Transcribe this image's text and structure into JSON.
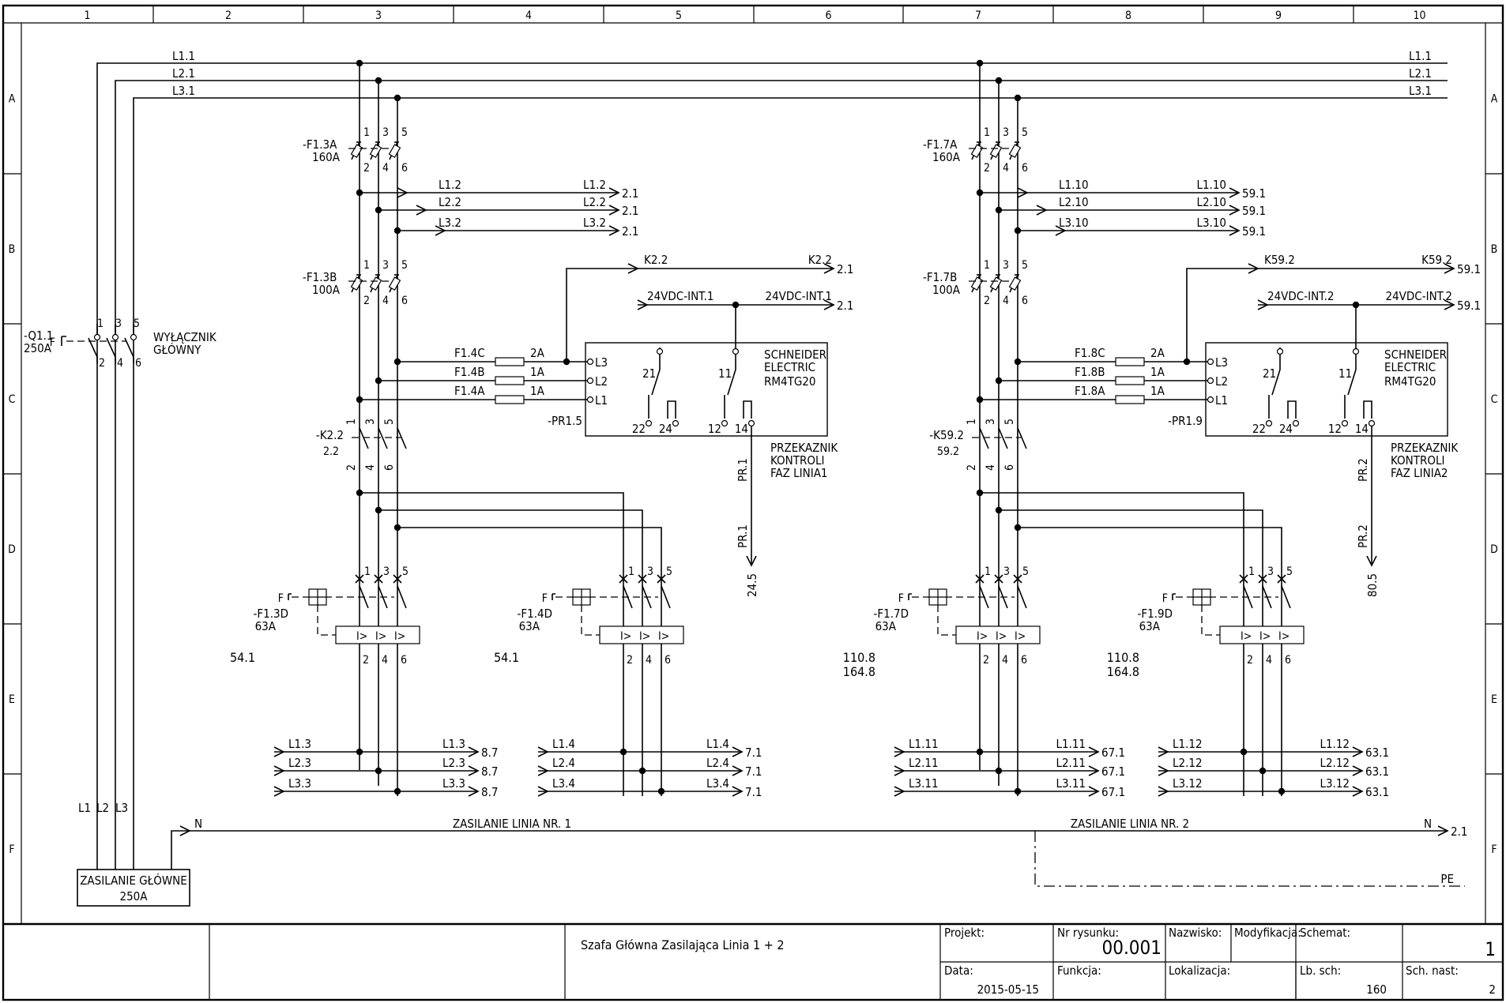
{
  "grid": {
    "columns": [
      "1",
      "2",
      "3",
      "4",
      "5",
      "6",
      "7",
      "8",
      "9",
      "10"
    ],
    "rows": [
      "A",
      "B",
      "C",
      "D",
      "E",
      "F"
    ]
  },
  "main_switch": {
    "tag": "-Q1.1",
    "rating": "250A",
    "desc1": "WYŁĄCZNIK",
    "desc2": "GŁÓWNY",
    "op": "F"
  },
  "supply": {
    "line1": "ZASILANIE GŁÓWNE",
    "line2": "250A",
    "legs": [
      "L1",
      "L2",
      "L3"
    ]
  },
  "busbars": [
    "L1.1",
    "L2.1",
    "L3.1"
  ],
  "pins_odd": [
    "1",
    "3",
    "5"
  ],
  "pins_even": [
    "2",
    "4",
    "6"
  ],
  "line1": {
    "fuse_a": {
      "tag": "-F1.3A",
      "rating": "160A"
    },
    "fuse_b": {
      "tag": "-F1.3B",
      "rating": "100A"
    },
    "out_b": [
      {
        "l": "L1.2",
        "r": "L1.2",
        "ref": "2.1"
      },
      {
        "l": "L2.2",
        "r": "L2.2",
        "ref": "2.1"
      },
      {
        "l": "L3.2",
        "r": "L3.2",
        "ref": "2.1"
      }
    ],
    "k_sig": {
      "l": "K2.2",
      "r": "K2.2",
      "ref": "2.1"
    },
    "dc_sig": {
      "l": "24VDC-INT.1",
      "r": "24VDC-INT.1",
      "ref": "2.1"
    },
    "ctrl_fuses": [
      {
        "tag": "F1.4C",
        "val": "2A"
      },
      {
        "tag": "F1.4B",
        "val": "1A"
      },
      {
        "tag": "F1.4A",
        "val": "1A"
      }
    ],
    "relay": {
      "tag": "-PR1.5",
      "brand1": "SCHNEIDER",
      "brand2": "ELECTRIC",
      "model": "RM4TG20",
      "in": [
        "L3",
        "L2",
        "L1"
      ],
      "c21": "21",
      "c11": "11",
      "t": [
        "22",
        "24",
        "12",
        "14"
      ],
      "d1": "PRZEKAZNIK",
      "d2": "KONTROLI",
      "d3": "FAZ LINIA1"
    },
    "wire_lbl": "PR.1",
    "wire_ref": "24.5",
    "contactor": {
      "tag": "-K2.2",
      "ref": "2.2",
      "pins_in": [
        "1",
        "3",
        "5"
      ],
      "pins_out": [
        "2",
        "4",
        "6"
      ]
    },
    "cb1": {
      "tag": "-F1.3D",
      "rating": "63A",
      "ref1": "54.1",
      "ref2": ""
    },
    "cb2": {
      "tag": "-F1.4D",
      "rating": "63A",
      "ref1": "54.1",
      "ref2": ""
    },
    "op": "F",
    "trip": "I>",
    "out_1": [
      {
        "l": "L1.3",
        "r": "L1.3",
        "ref": "8.7"
      },
      {
        "l": "L2.3",
        "r": "L2.3",
        "ref": "8.7"
      },
      {
        "l": "L3.3",
        "r": "L3.3",
        "ref": "8.7"
      }
    ],
    "out_2": [
      {
        "l": "L1.4",
        "r": "L1.4",
        "ref": "7.1"
      },
      {
        "l": "L2.4",
        "r": "L2.4",
        "ref": "7.1"
      },
      {
        "l": "L3.4",
        "r": "L3.4",
        "ref": "7.1"
      }
    ]
  },
  "line2": {
    "fuse_a": {
      "tag": "-F1.7A",
      "rating": "160A"
    },
    "fuse_b": {
      "tag": "-F1.7B",
      "rating": "100A"
    },
    "out_b": [
      {
        "l": "L1.10",
        "r": "L1.10",
        "ref": "59.1"
      },
      {
        "l": "L2.10",
        "r": "L2.10",
        "ref": "59.1"
      },
      {
        "l": "L3.10",
        "r": "L3.10",
        "ref": "59.1"
      }
    ],
    "k_sig": {
      "l": "K59.2",
      "r": "K59.2",
      "ref": "59.1"
    },
    "dc_sig": {
      "l": "24VDC-INT.2",
      "r": "24VDC-INT.2",
      "ref": "59.1"
    },
    "ctrl_fuses": [
      {
        "tag": "F1.8C",
        "val": "2A"
      },
      {
        "tag": "F1.8B",
        "val": "1A"
      },
      {
        "tag": "F1.8A",
        "val": "1A"
      }
    ],
    "relay": {
      "tag": "-PR1.9",
      "brand1": "SCHNEIDER",
      "brand2": "ELECTRIC",
      "model": "RM4TG20",
      "in": [
        "L3",
        "L2",
        "L1"
      ],
      "c21": "21",
      "c11": "11",
      "t": [
        "22",
        "24",
        "12",
        "14"
      ],
      "d1": "PRZEKAZNIK",
      "d2": "KONTROLI",
      "d3": "FAZ LINIA2"
    },
    "wire_lbl": "PR.2",
    "wire_ref": "80.5",
    "contactor": {
      "tag": "-K59.2",
      "ref": "59.2",
      "pins_in": [
        "1",
        "3",
        "5"
      ],
      "pins_out": [
        "2",
        "4",
        "6"
      ]
    },
    "cb1": {
      "tag": "-F1.7D",
      "rating": "63A",
      "ref1": "110.8",
      "ref2": "164.8"
    },
    "cb2": {
      "tag": "-F1.9D",
      "rating": "63A",
      "ref1": "110.8",
      "ref2": "164.8"
    },
    "op": "F",
    "trip": "I>",
    "out_1": [
      {
        "l": "L1.11",
        "r": "L1.11",
        "ref": "67.1"
      },
      {
        "l": "L2.11",
        "r": "L2.11",
        "ref": "67.1"
      },
      {
        "l": "L3.11",
        "r": "L3.11",
        "ref": "67.1"
      }
    ],
    "out_2": [
      {
        "l": "L1.12",
        "r": "L1.12",
        "ref": "63.1"
      },
      {
        "l": "L2.12",
        "r": "L2.12",
        "ref": "63.1"
      },
      {
        "l": "L3.12",
        "r": "L3.12",
        "ref": "63.1"
      }
    ]
  },
  "neutral": {
    "l": "N",
    "r": "N",
    "ref": "2.1",
    "pe": "PE",
    "line1_label": "ZASILANIE LINIA NR. 1",
    "line2_label": "ZASILANIE LINIA NR. 2"
  },
  "title_block": {
    "title": "Szafa Główna Zasilająca Linia 1 + 2",
    "projekt_label": "Projekt:",
    "nr_label": "Nr rysunku:",
    "nr_value": "00.001",
    "nazwisko_label": "Nazwisko:",
    "modyfikacja_label": "Modyfikacja:",
    "schemat_label": "Schemat:",
    "schemat_value": "1",
    "data_label": "Data:",
    "data_value": "2015-05-15",
    "funkcja_label": "Funkcja:",
    "lokalizacja_label": "Lokalizacja:",
    "lb_label": "Lb. sch:",
    "lb_value": "160",
    "sch_nast_label": "Sch. nast:",
    "sch_nast_value": "2"
  }
}
